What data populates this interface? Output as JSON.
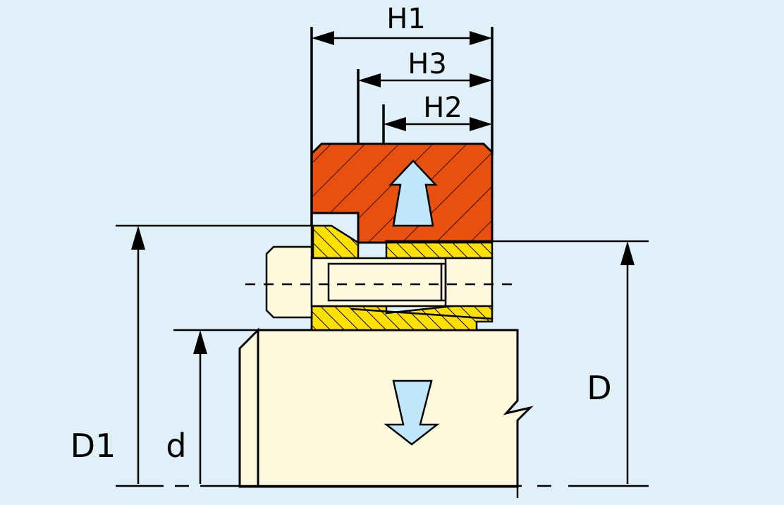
{
  "labels": {
    "H1": "H1",
    "H2": "H2",
    "H3": "H3",
    "D": "D",
    "D1": "D1",
    "d": "d"
  },
  "colors": {
    "background": "#dff0f8",
    "hub": "#e8500f",
    "clamp_ring": "#ffe000",
    "shaft": "#fef9dc",
    "screw": "#fef9dc",
    "force_arrow": "#bfe6fa"
  }
}
